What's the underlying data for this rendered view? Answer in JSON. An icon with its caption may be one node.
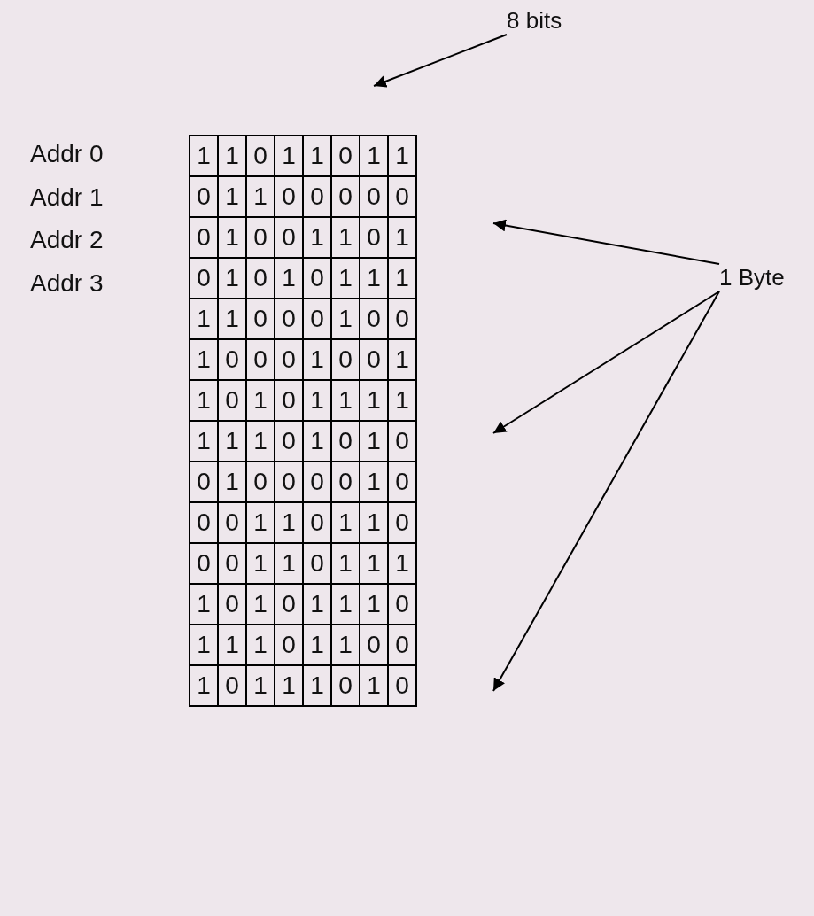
{
  "diagram": {
    "nodes": [
      {
        "text": [
          "8 bits"
        ]
      },
      {
        "text": [
          "1 Byte"
        ]
      }
    ],
    "edges": [
      {
        "from": 0,
        "to": null,
        "arrow": "to"
      },
      {
        "from": 1,
        "to": null,
        "arrow": "to"
      },
      {
        "from": 1,
        "to": null,
        "arrow": "to"
      },
      {
        "from": 1,
        "to": null,
        "arrow": "to"
      }
    ],
    "labels": [
      "Addr 0",
      "1",
      "1",
      "0",
      "1",
      "1",
      "0",
      "1",
      "1",
      "Addr 1",
      "0",
      "1",
      "1",
      "0",
      "0",
      "0",
      "0",
      "0",
      "Addr 2",
      "0",
      "1",
      "0",
      "0",
      "1",
      "1",
      "0",
      "1",
      "Addr 3",
      "0",
      "1",
      "0",
      "1",
      "0",
      "1",
      "1",
      "1",
      "1",
      "1",
      "0",
      "0",
      "0",
      "1",
      "0",
      "0",
      "1",
      "0",
      "0",
      "0",
      "1",
      "0",
      "0",
      "1",
      "1",
      "0",
      "1",
      "0",
      "1",
      "1",
      "1",
      "1",
      "1",
      "1",
      "1",
      "0",
      "1",
      "0",
      "1",
      "0",
      "0",
      "1",
      "0",
      "0",
      "0",
      "0",
      "1",
      "0",
      "0",
      "0",
      "1",
      "1",
      "0",
      "1",
      "1",
      "0",
      "0",
      "0",
      "1",
      "1",
      "0",
      "1",
      "1",
      "1",
      "1",
      "0",
      "1",
      "0",
      "1",
      "1",
      "1",
      "0",
      "1",
      "1",
      "1",
      "0",
      "1",
      "1",
      "0",
      "0",
      "1",
      "0",
      "1",
      "1",
      "1",
      "0",
      "1",
      "0"
    ]
  }
}
